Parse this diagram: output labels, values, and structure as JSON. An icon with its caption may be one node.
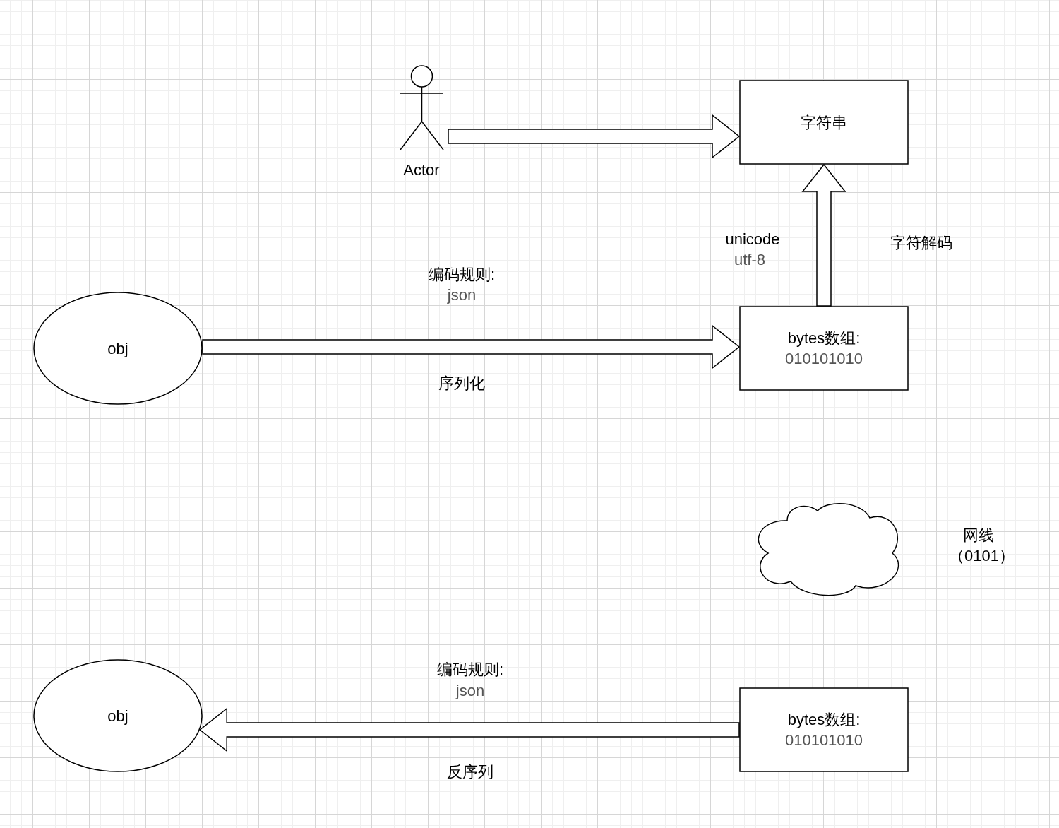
{
  "diagram": {
    "nodes": [
      {
        "text": [],
        "shape": "person",
        "beside": [
          "Actor"
        ]
      },
      {
        "text": [
          "字符串"
        ]
      },
      {
        "text": [
          "obj"
        ]
      },
      {
        "text": [
          "bytes数组:",
          "010101010"
        ]
      },
      {
        "text": [],
        "shape": "cloud",
        "beside": [
          "网线（0101）"
        ]
      },
      {
        "text": [
          "obj"
        ]
      },
      {
        "text": [
          "bytes数组:",
          "010101010"
        ]
      }
    ],
    "edges": [
      {
        "from": 0,
        "to": 1,
        "arrow": "to"
      },
      {
        "from": 3,
        "to": 1,
        "arrow": "to"
      },
      {
        "from": 2,
        "to": 3,
        "arrow": "to"
      },
      {
        "from": 6,
        "to": 5,
        "arrow": "to"
      }
    ],
    "labels": [
      "unicode",
      "utf-8",
      "字符解码",
      "编码规则:",
      "json",
      "序列化",
      "编码规则:",
      "json",
      "反序列"
    ]
  }
}
